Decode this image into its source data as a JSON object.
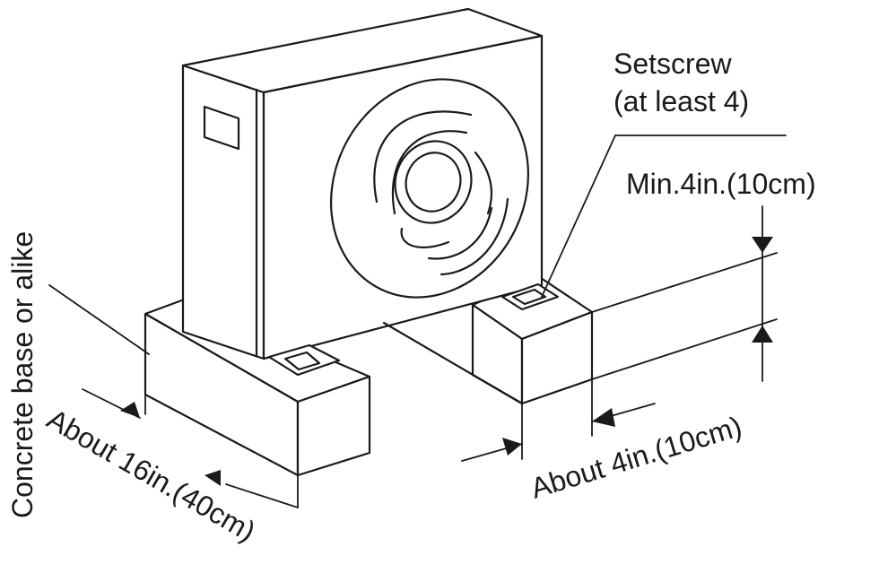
{
  "labels": {
    "setscrew_line1": "Setscrew",
    "setscrew_line2": "(at least 4)",
    "min_height": "Min.4in.(10cm)",
    "base": "Concrete base or alike",
    "length": "About 16in.(40cm)",
    "width": "About 4in.(10cm)"
  },
  "colors": {
    "line": "#1a1a1a",
    "background": "#ffffff"
  }
}
